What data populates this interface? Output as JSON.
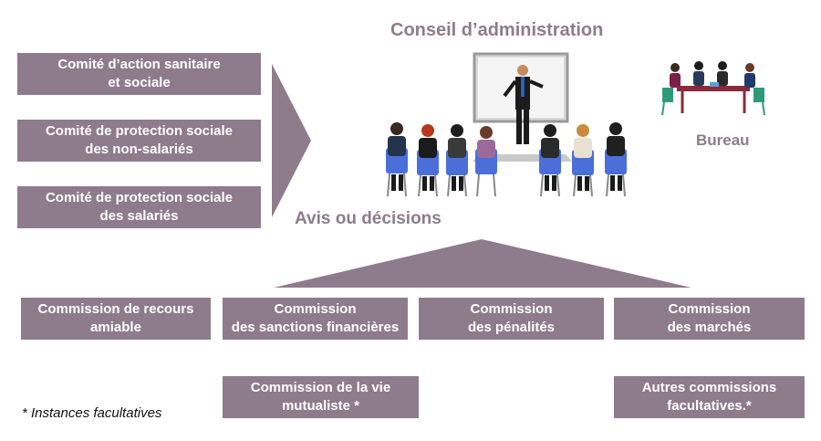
{
  "title": "Conseil d’administration",
  "bureau_label": "Bureau",
  "avis_label": "Avis ou décisions",
  "footnote": "* Instances facultatives",
  "left_committees": [
    {
      "line1": "Comité d’action sanitaire",
      "line2": "et sociale"
    },
    {
      "line1": "Comité de protection sociale",
      "line2": "des non-salariés"
    },
    {
      "line1": "Comité de protection sociale",
      "line2": "des salariés"
    }
  ],
  "commissions_row1": [
    {
      "line1": "Commission de recours",
      "line2": "amiable"
    },
    {
      "line1": "Commission",
      "line2": "des sanctions financières"
    },
    {
      "line1": "Commission",
      "line2": "des pénalités"
    },
    {
      "line1": "Commission",
      "line2": "des marchés"
    }
  ],
  "commissions_row2": [
    {
      "line1": "Commission de la vie",
      "line2": "mutualiste *"
    },
    {
      "line1": "Autres commissions",
      "line2": "facultatives.*"
    }
  ],
  "colors": {
    "box": "#8e7b8c",
    "chair": "#4a6fd8",
    "text_on_box": "#ffffff",
    "table": "#8a2a3a"
  }
}
